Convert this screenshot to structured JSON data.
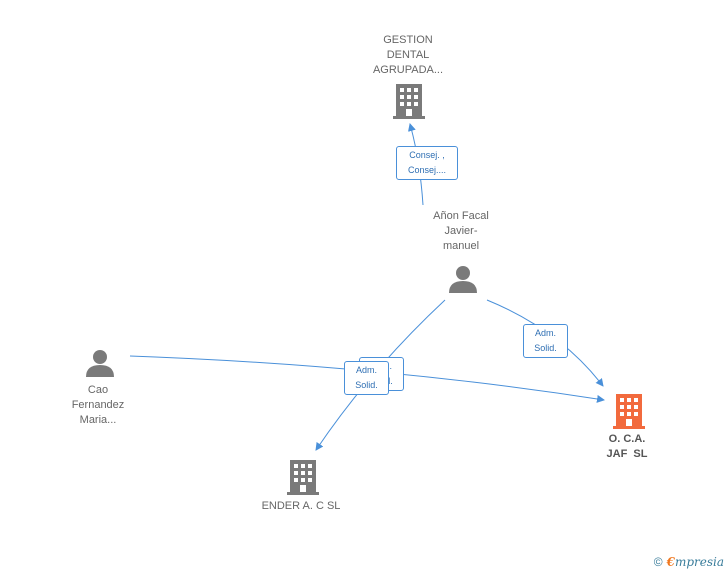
{
  "nodes": {
    "gestion": {
      "lines": [
        "GESTION",
        "DENTAL",
        "AGRUPADA..."
      ],
      "type": "company",
      "color": "#7a7a7a"
    },
    "anon": {
      "lines": [
        "Añon Facal",
        "Javier-",
        "manuel"
      ],
      "type": "person",
      "color": "#7a7a7a"
    },
    "cao": {
      "lines": [
        "Cao",
        "Fernandez",
        "Maria..."
      ],
      "type": "person",
      "color": "#7a7a7a"
    },
    "oca": {
      "lines": [
        "O. C.A.",
        "JAF  SL"
      ],
      "type": "company",
      "color": "#f26a3d"
    },
    "ender": {
      "lines": [
        "ENDER A. C SL"
      ],
      "type": "company",
      "color": "#7a7a7a"
    }
  },
  "edges": {
    "e1": {
      "lines": [
        "Consej. ,",
        "Consej...."
      ]
    },
    "e2": {
      "lines": [
        "Adm.",
        "Solid."
      ]
    },
    "e3": {
      "lines": [
        "Adm.",
        "Solid."
      ]
    },
    "e4": {
      "lines": [
        "Adm.",
        "Solid."
      ]
    }
  },
  "colors": {
    "edge": "#4a90d9",
    "icon_gray": "#7a7a7a",
    "icon_orange": "#f26a3d"
  },
  "footer": {
    "copyright": "©",
    "brand_first": "€",
    "brand_rest": "mpresia"
  }
}
